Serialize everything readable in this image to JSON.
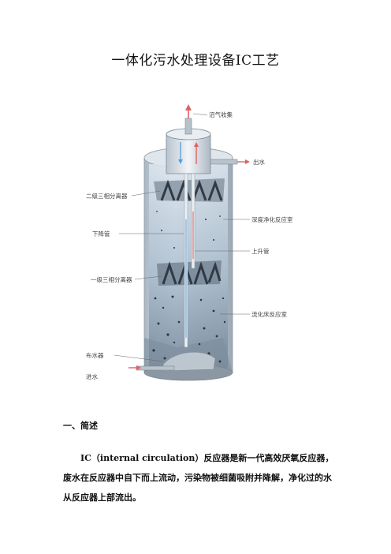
{
  "document": {
    "title": "一体化污水处理设备IC工艺",
    "section_heading": "一、简述",
    "paragraph": "IC（internal circulation）反应器是新一代高效厌氧反应器，废水在反应器中自下而上流动，污染物被细菌吸附并降解，净化过的水从反应器上部流出。"
  },
  "figure": {
    "labels": {
      "biogas": "沼气收集",
      "outlet": "出水",
      "separator_2": "二级三相分离器",
      "deep_purify": "深度净化反应室",
      "downcomer": "下降管",
      "riser": "上升管",
      "separator_1": "一级三相分离器",
      "fluidized_bed": "流化床反应室",
      "distributor": "布水器",
      "inlet": "进水"
    },
    "colors": {
      "shell": "#c9d3dc",
      "liquid": "#9fb3c8",
      "arrow": "#e06060",
      "flow": "#5aa0d8"
    }
  }
}
